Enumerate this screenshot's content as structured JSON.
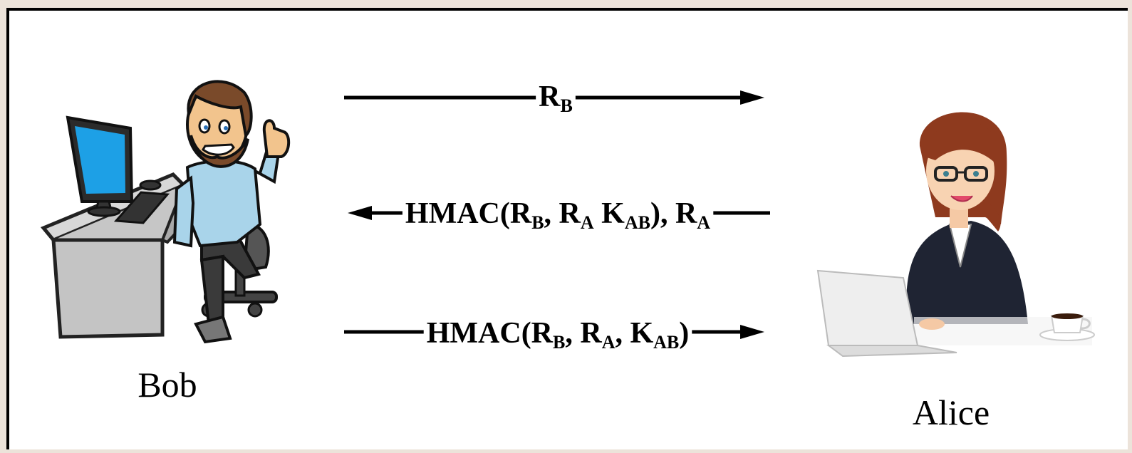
{
  "participants": {
    "left": {
      "name": "Bob"
    },
    "right": {
      "name": "Alice"
    }
  },
  "messages": [
    {
      "direction": "right",
      "parts": [
        {
          "text": "R"
        },
        {
          "text": "B",
          "sub": true
        }
      ]
    },
    {
      "direction": "left",
      "parts": [
        {
          "text": "HMAC(R"
        },
        {
          "text": "B",
          "sub": true
        },
        {
          "text": ", R"
        },
        {
          "text": "A",
          "sub": true
        },
        {
          "text": " K"
        },
        {
          "text": "AB",
          "sub": true
        },
        {
          "text": "), R"
        },
        {
          "text": "A",
          "sub": true
        }
      ]
    },
    {
      "direction": "right",
      "parts": [
        {
          "text": "HMAC(R"
        },
        {
          "text": "B",
          "sub": true
        },
        {
          "text": ", R"
        },
        {
          "text": "A",
          "sub": true
        },
        {
          "text": ", K"
        },
        {
          "text": "AB",
          "sub": true
        },
        {
          "text": ")"
        }
      ]
    }
  ],
  "colors": {
    "arrow": "#000000",
    "monitor_screen": "#1da0e6",
    "desk": "#cfcfcf",
    "bob_shirt": "#a9d4ea",
    "bob_hair": "#7a4a2a",
    "bob_pants": "#3a3a3a",
    "alice_suit": "#1f2433",
    "alice_hair": "#8e3a1e",
    "laptop": "#eeeeee"
  },
  "icons": [
    "bob-at-desk-illustration",
    "alice-with-laptop-illustration"
  ]
}
